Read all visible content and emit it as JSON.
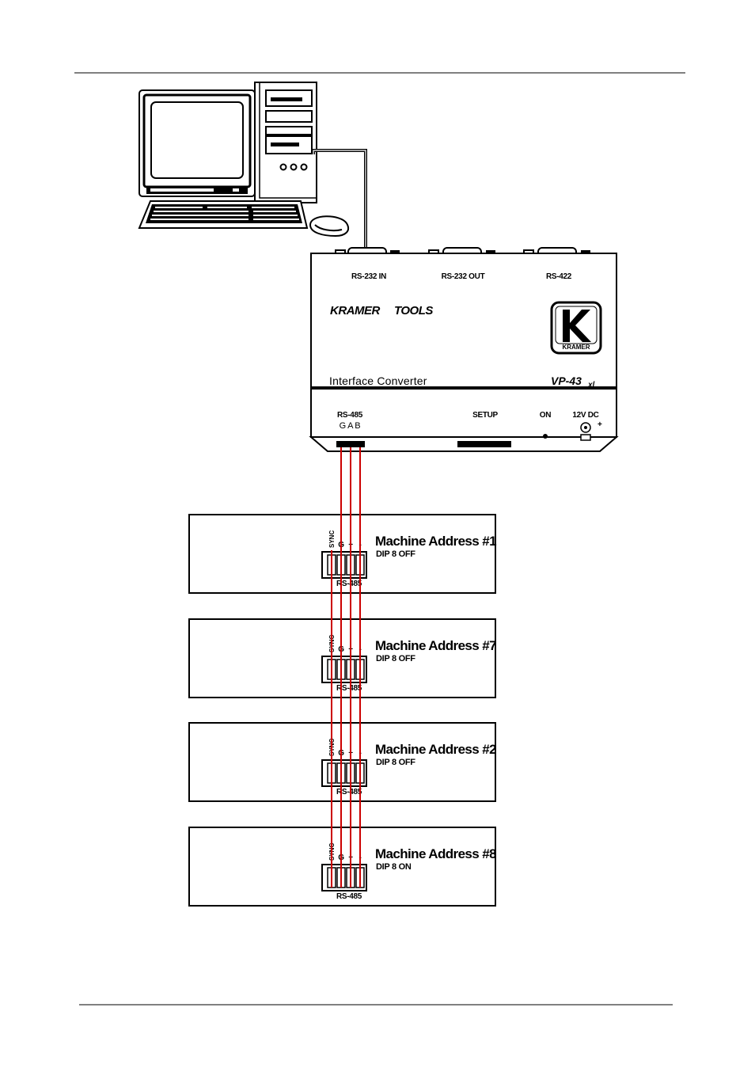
{
  "converter": {
    "ports_top": {
      "rs232_in": "RS-232 IN",
      "rs232_out": "RS-232 OUT",
      "rs422": "RS-422"
    },
    "brand": "KRAMER",
    "brand_sub": "TOOLS",
    "logo_text": "KRAMER",
    "description": "Interface Converter",
    "model": "VP-43",
    "model_suffix": "xl",
    "bottom": {
      "rs485": "RS-485",
      "pins": "G  A  B",
      "setup": "SETUP",
      "on": "ON",
      "power": "12V DC",
      "plus": "+"
    }
  },
  "machines": [
    {
      "title": "Machine Address #1",
      "dip": "DIP 8 OFF",
      "port": "RS-485",
      "sync": "SYNC",
      "pins": [
        "G",
        "+",
        "-"
      ]
    },
    {
      "title": "Machine Address #7",
      "dip": "DIP 8 OFF",
      "port": "RS-485",
      "sync": "SYNC",
      "pins": [
        "G",
        "+",
        "-"
      ]
    },
    {
      "title": "Machine Address #2",
      "dip": "DIP 8 OFF",
      "port": "RS-485",
      "sync": "SYNC",
      "pins": [
        "G",
        "+",
        "-"
      ]
    },
    {
      "title": "Machine Address #8",
      "dip": "DIP 8 ON",
      "port": "RS-485",
      "sync": "SYNC",
      "pins": [
        "G",
        "+",
        "-"
      ]
    }
  ],
  "colors": {
    "wire": "#cc0000",
    "line": "#000000"
  }
}
